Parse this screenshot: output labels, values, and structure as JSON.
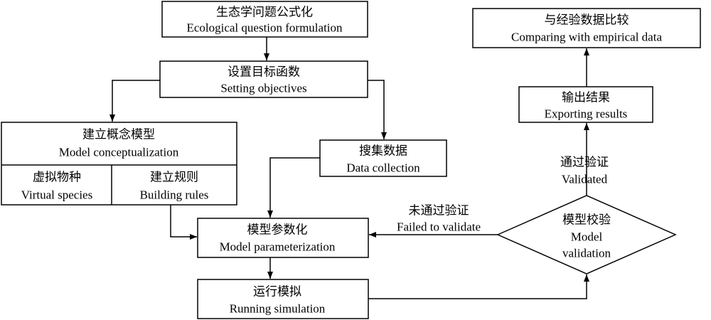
{
  "nodes": {
    "question": {
      "zh": "生态学问题公式化",
      "en": "Ecological question formulation"
    },
    "objectives": {
      "zh": "设置目标函数",
      "en": "Setting objectives"
    },
    "conceptualization": {
      "zh": "建立概念模型",
      "en": "Model conceptualization"
    },
    "virtual_species": {
      "zh": "虚拟物种",
      "en": "Virtual species"
    },
    "building_rules": {
      "zh": "建立规则",
      "en": "Building rules"
    },
    "data_collection": {
      "zh": "搜集数据",
      "en": "Data collection"
    },
    "parameterization": {
      "zh": "模型参数化",
      "en": "Model parameterization"
    },
    "simulation": {
      "zh": "运行模拟",
      "en": "Running simulation"
    },
    "validation": {
      "zh": "模型校验",
      "en_line1": "Model",
      "en_line2": "validation"
    },
    "exporting": {
      "zh": "输出结果",
      "en": "Exporting results"
    },
    "comparing": {
      "zh": "与经验数据比较",
      "en": "Comparing with empirical data"
    }
  },
  "edge_labels": {
    "validated": {
      "zh": "通过验证",
      "en": "Validated"
    },
    "failed": {
      "zh": "未通过验证",
      "en": "Failed to validate"
    }
  },
  "colors": {
    "stroke": "#000000",
    "background": "#ffffff"
  }
}
